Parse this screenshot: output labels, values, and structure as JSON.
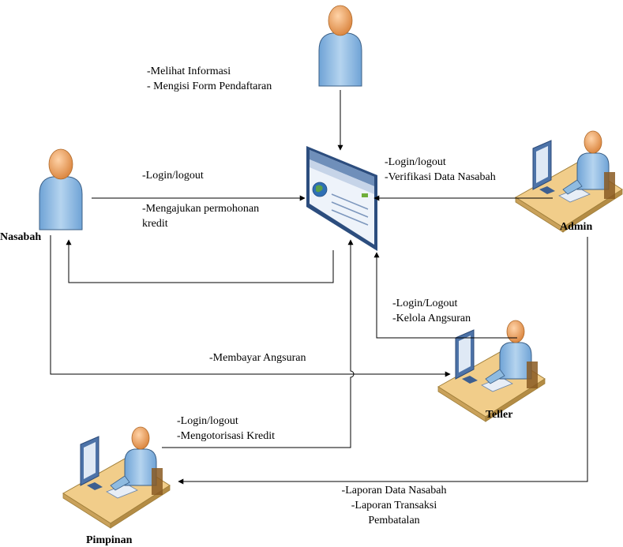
{
  "actors": {
    "nasabah": "Nasabah",
    "admin": "Admin",
    "teller": "Teller",
    "pimpinan": "Pimpinan"
  },
  "labels": {
    "public_line1": "-Melihat Informasi",
    "public_line2": "- Mengisi Form Pendaftaran",
    "nasabah_login": "-Login/logout",
    "nasabah_request_line1": "-Mengajukan permohonan",
    "nasabah_request_line2": "kredit",
    "admin_line1": "-Login/logout",
    "admin_line2": "-Verifikasi Data Nasabah",
    "teller_line1": "-Login/Logout",
    "teller_line2": "-Kelola Angsuran",
    "pay": "-Membayar Angsuran",
    "pimpinan_line1": "-Login/logout",
    "pimpinan_line2": "-Mengotorisasi Kredit",
    "report_line1": "-Laporan Data Nasabah",
    "report_line2": "-Laporan Transaksi",
    "report_line3": "Pembatalan"
  },
  "icons": {
    "public_user": "person-icon",
    "nasabah": "person-icon",
    "system": "web-browser-icon",
    "admin": "workstation-user-icon",
    "teller": "workstation-user-icon",
    "pimpinan": "workstation-user-icon"
  },
  "colors": {
    "skin": "#f0a868",
    "shirt": "#8fbbe0",
    "desk": "#f1cd8a",
    "monitor": "#5a7fb0",
    "window_frame": "#2c4d7e",
    "line": "#000000"
  }
}
